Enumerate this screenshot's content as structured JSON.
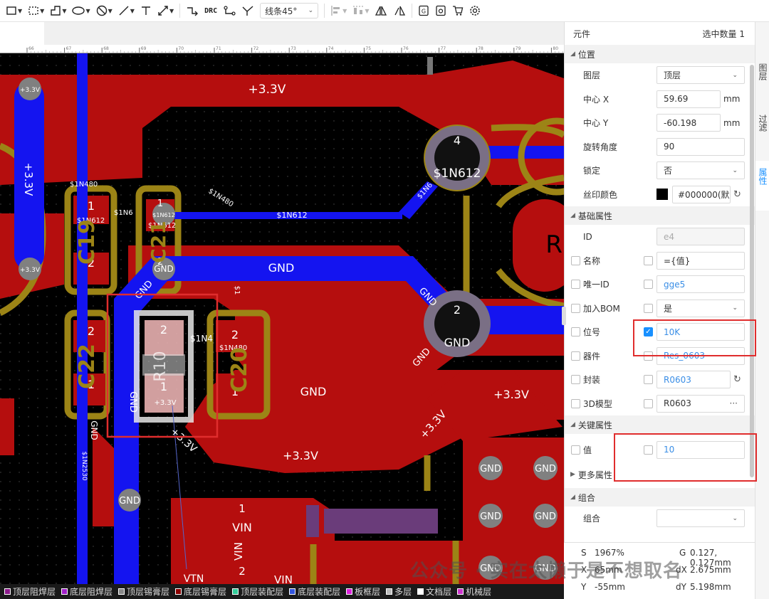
{
  "toolbar": {
    "line_mode": "线条45°",
    "drc_label": "DRC"
  },
  "canvas": {
    "ruler_ticks": [
      "66",
      "67",
      "68",
      "69",
      "70",
      "71",
      "72",
      "73",
      "74",
      "75",
      "76",
      "77",
      "78",
      "79",
      "80"
    ],
    "labels": {
      "top_33v": "+3.3V",
      "left_33v_vertical": "+3.3V",
      "pad_33v_top": "+3.3V",
      "pad_33v_mid": "+3.3V",
      "net_1n480_a": "$1N480",
      "net_1n480_b": "$1N480",
      "net_1n480_c": "$1N480",
      "net_1n612_a": "$1N612",
      "net_1n612_b": "$1N612",
      "net_1n612_c": "$1N612",
      "net_1n612_big": "$1N612",
      "net_1n612_pad": "$1N612",
      "net_1n612_diag": "$1N6",
      "net_1n6_small": "$1N6",
      "gnd_track": "GND",
      "gnd_pad_a": "GND",
      "gnd_diag_a": "GND",
      "gnd_pad_big": "GND",
      "gnd_diag_b": "GND",
      "gnd_lower": "GND",
      "gnd_vertical_a": "GND",
      "gnd_vertical_b": "GND",
      "gnd_pad_bottom": "GND",
      "gnd_diag_c": "GND",
      "pin4": "4",
      "pin2": "2",
      "pin1_a": "1",
      "pin2_a": "2",
      "pin1_b": "1",
      "pin2_b": "2",
      "pin2_c": "2",
      "pin1_c": "1",
      "pin2_d": "2",
      "pin1_d": "1",
      "pin2_e": "2",
      "pin1_e": "1",
      "comp_c20": "C20",
      "comp_c19": "C19",
      "comp_c21": "C21",
      "comp_c22": "C22",
      "r_label": "R",
      "r_sel_text": "R10",
      "v33_right": "+3.3V",
      "v33_diag": "+3.3V",
      "v33_lower": "+3.3V",
      "v33_sel_diag": "+3.3V",
      "v33_sel_pad": "+3.3V",
      "net_1n2530": "$1N2530",
      "net_1n4": "$1N4",
      "net_1": "$1",
      "vin_1": "1",
      "vin_label": "VIN",
      "vin_vertical": "VIN",
      "vin_2": "2",
      "vin_bottom_a": "VIN",
      "vin_bottom_b": "VTN",
      "gnd_grid": [
        "GND",
        "GND",
        "GND",
        "GND",
        "GND",
        "GND"
      ]
    }
  },
  "layers": [
    {
      "name": "顶层阻焊层",
      "color": "#8b1a8b"
    },
    {
      "name": "底层阻焊层",
      "color": "#a020c8"
    },
    {
      "name": "顶层锡膏层",
      "color": "#888888"
    },
    {
      "name": "底层锡膏层",
      "color": "#8b0000"
    },
    {
      "name": "顶层装配层",
      "color": "#33cc99"
    },
    {
      "name": "底层装配层",
      "color": "#3355dd"
    },
    {
      "name": "板框层",
      "color": "#dd22dd"
    },
    {
      "name": "多层",
      "color": "#bbbbbb"
    },
    {
      "name": "文档层",
      "color": "#ffffff"
    },
    {
      "name": "机械层",
      "color": "#cc33cc"
    }
  ],
  "panel": {
    "title": "元件",
    "selected_count": "选中数量 1",
    "sections": {
      "position": "位置",
      "basic": "基础属性",
      "key": "关键属性",
      "more": "更多属性",
      "group": "组合"
    },
    "position": {
      "layer_label": "图层",
      "layer_value": "顶层",
      "cx_label": "中心 X",
      "cx_value": "59.69",
      "cx_unit": "mm",
      "cy_label": "中心 Y",
      "cy_value": "-60.198",
      "cy_unit": "mm",
      "rot_label": "旋转角度",
      "rot_value": "90",
      "lock_label": "锁定",
      "lock_value": "否",
      "silk_label": "丝印颜色",
      "silk_value": "#000000(默",
      "silk_color": "#000000"
    },
    "basic": {
      "id_label": "ID",
      "id_value": "e4",
      "name_label": "名称",
      "name_value": "={值}",
      "uid_label": "唯一ID",
      "uid_value": "gge5",
      "bom_label": "加入BOM",
      "bom_value": "是",
      "designator_label": "位号",
      "designator_value": "10K",
      "device_label": "器件",
      "device_value": "Res_0603",
      "footprint_label": "封装",
      "footprint_value": "R0603",
      "model3d_label": "3D模型",
      "model3d_value": "R0603"
    },
    "key": {
      "value_label": "值",
      "value_value": "10"
    },
    "group": {
      "group_label": "组合",
      "group_value": ""
    }
  },
  "status": {
    "s_label": "S",
    "s_value": "1967%",
    "g_label": "G",
    "g_value": "0.127, 0.127mm",
    "x_label": "X",
    "x_value": "65mm",
    "dx_label": "dX",
    "dx_value": "2.675mm",
    "y_label": "Y",
    "y_value": "-55mm",
    "dy_label": "dY",
    "dy_value": "5.198mm"
  },
  "right_tabs": [
    "图层",
    "过滤",
    "属性"
  ],
  "watermark": "公众号 · 实在太懒于是不想取名",
  "colors": {
    "top_copper": "#b50e0e",
    "bottom_copper": "#1414f0",
    "silk": "#9c8416",
    "pad_gray": "#808080",
    "accent": "#1890ff",
    "highlight_box": "#e02d2d"
  }
}
